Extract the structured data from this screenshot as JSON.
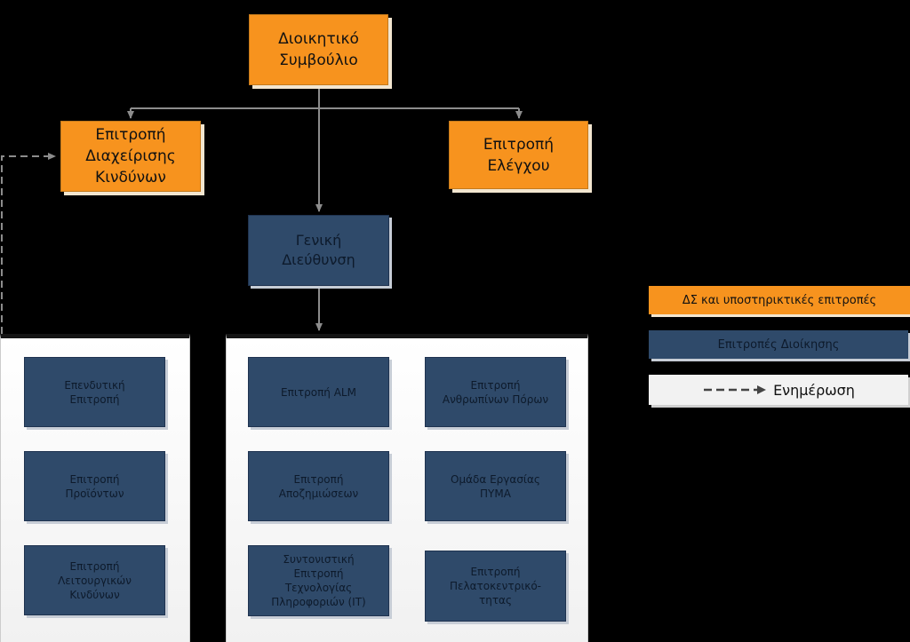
{
  "colors": {
    "board": "#f7931e",
    "management": "#2f4a6a",
    "arrow": "#8c8c8c",
    "panel": "#f4f4f4"
  },
  "board": {
    "title": "Διοικητικό\nΣυμβούλιο",
    "committees": [
      {
        "label": "Επιτροπή\nΔιαχείρισης\nΚινδύνων"
      },
      {
        "label": "Επιτροπή\nΕλέγχου"
      }
    ]
  },
  "general_management": {
    "label": "Γενική\nΔιεύθυνση"
  },
  "left_group": [
    {
      "label": "Επενδυτική\nΕπιτροπή"
    },
    {
      "label": "Επιτροπή\nΠροϊόντων"
    },
    {
      "label": "Επιτροπή\nΛειτουργικών\nΚινδύνων"
    }
  ],
  "right_group": [
    {
      "label": "Επιτροπή ALM"
    },
    {
      "label": "Επιτροπή\nΑνθρωπίνων Πόρων"
    },
    {
      "label": "Επιτροπή\nΑποζημιώσεων"
    },
    {
      "label": "Ομάδα Εργασίας\nΠΥΜΑ"
    },
    {
      "label": "Συντονιστική\nΕπιτροπή\nΤεχνολογίας\nΠληροφοριών (IT)"
    },
    {
      "label": "Επιτροπή\nΠελατοκεντρικό-\nτητας"
    }
  ],
  "legend": {
    "board_committees": "ΔΣ και υποστηρικτικές επιτροπές",
    "management_committees": "Επιτροπές Διοίκησης",
    "reporting": "Ενημέρωση",
    "reporting_icon": "dashed-arrow-icon"
  }
}
